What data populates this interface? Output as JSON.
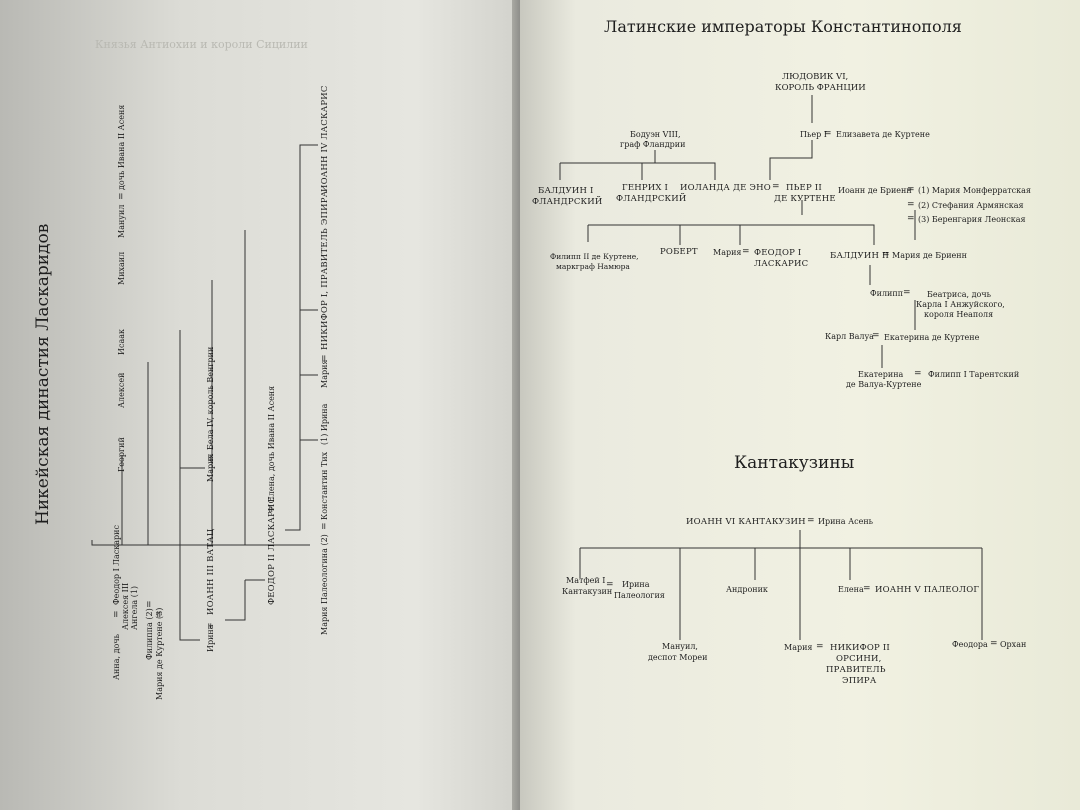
{
  "left": {
    "title": "Никейская династия Ласкаридов",
    "bleed_title": "Князья Антиохии и короли Сицилии",
    "people": {
      "anna": "Анна, дочь",
      "alexios_iii": "Алексея III",
      "angel": "Ангела (1)",
      "eq_theodore": "=",
      "theodore_i": "Феодор I Ласкарис",
      "philippa": "Филиппа (2)",
      "eq_philippa": "=",
      "maria_courtenay": "Мария де Куртене (3)",
      "eq_maria_courtenay": "=",
      "georgy": "Георгий",
      "alexei": "Алексей",
      "isaac": "Исаак",
      "mikhail": "Михаил",
      "manuel": "Мануил",
      "eq_manuel": "=",
      "manuel_wife": "дочь Ивана II Асеня",
      "irina": "Ирина",
      "eq_irina": "=",
      "ioann_iii": "ИОАНН III ВАТАЦ",
      "maria_bela": "Мария",
      "eq_bela": "=",
      "bela_iv": "Бела IV, король Венгрии",
      "theodore_ii": "ФЕОДОР II ЛАСКАРИС",
      "eq_elena": "=",
      "elena": "Елена, дочь Ивана II Асеня",
      "maria_pal": "Мария Палеологина (2)",
      "eq_tikh": "=",
      "konst_tikh": "Константин Тих",
      "irina_1": "(1) Ирина",
      "maria_nik": "Мария",
      "eq_nik": "=",
      "nikifor": "НИКИФОР I, ПРАВИТЕЛЬ ЭПИРА",
      "ioann_iv": "ИОАНН IV ЛАСКАРИС"
    }
  },
  "right": {
    "title_latin": "Латинские императоры Константинополя",
    "title_kant": "Кантакузины",
    "latin": {
      "louis_1": "ЛЮДОВИК VI,",
      "louis_2": "КОРОЛЬ ФРАНЦИИ",
      "pierre_i": "Пьер I",
      "eq1": "=",
      "elizabeth": "Елизавета де Куртене",
      "baudouin_viii_1": "Бодуэн VIII,",
      "baudouin_viii_2": "граф Фландрии",
      "baldwin_i_1": "БАЛДУИН I",
      "baldwin_i_2": "ФЛАНДРСКИЙ",
      "henry_1": "ГЕНРИХ I",
      "henry_2": "ФЛАНДРСКИЙ",
      "yolanda": "ИОЛАНДА ДЕ ЭНО",
      "eq2": "=",
      "pierre_ii_1": "ПЬЕР II",
      "pierre_ii_2": "ДЕ КУРТЕНЕ",
      "jean_brienne": "Иоанн де Бриенн",
      "eq3": "=",
      "wife1": "(1) Мария Монферратская",
      "eq4": "=",
      "wife2": "(2) Стефания Армянская",
      "eq5": "=",
      "wife3": "(3) Беренгария Леонская",
      "philippe_ii_1": "Филипп II де Куртене,",
      "philippe_ii_2": "маркграф Намюра",
      "robert": "РОБЕРТ",
      "maria": "Мария",
      "eq6": "=",
      "theodore_1": "ФЕОДОР I",
      "theodore_2": "ЛАСКАРИС",
      "baldwin_ii": "БАЛДУИН II",
      "eq7": "=",
      "maria_brienne": "Мария де Бриенн",
      "philippe": "Филипп",
      "eq8": "=",
      "beatrice_1": "Беатриса, дочь",
      "beatrice_2": "Карла I Анжуйского,",
      "beatrice_3": "короля Неаполя",
      "charles_valois": "Карл Валуа",
      "eq9": "=",
      "catherine_c": "Екатерина де Куртене",
      "catherine_v_1": "Екатерина",
      "catherine_v_2": "де Валуа-Куртене",
      "eq10": "=",
      "philippe_tarente": "Филипп I Тарентский"
    },
    "kant": {
      "ioann_vi": "ИОАНН VI КАНТАКУЗИН",
      "eq_irina": "=",
      "irina_asen": "Ирина Асень",
      "matvei_1": "Матфей I",
      "eq_matvei": "=",
      "matvei_2": "Кантакузин",
      "irina_pal_1": "Ирина",
      "irina_pal_2": "Палеология",
      "manuel_1": "Мануил,",
      "manuel_2": "деспот Мореи",
      "andronik": "Андроник",
      "maria": "Мария",
      "eq_maria": "=",
      "nikifor_1": "НИКИФОР II",
      "nikifor_2": "ОРСИНИ,",
      "nikifor_3": "ПРАВИТЕЛЬ",
      "nikifor_4": "ЭПИРА",
      "elena": "Елена",
      "eq_elena": "=",
      "ioann_v": "ИОАНН V ПАЛЕОЛОГ",
      "feodora": "Феодора",
      "eq_feodora": "=",
      "orhan": "Орхан"
    }
  }
}
